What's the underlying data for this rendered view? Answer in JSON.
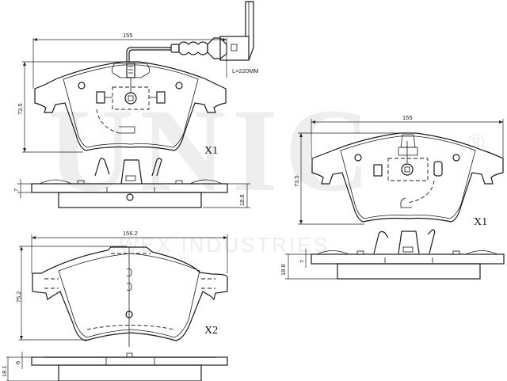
{
  "watermark": {
    "brand": "UNIC",
    "registered_mark": "®",
    "subtitle": "WEX INDUSTRIES",
    "color": "#eeeeee"
  },
  "views": [
    {
      "id": "pad-x1-top-left",
      "label": "X1",
      "width_dim": "155",
      "height_dim": "73.5",
      "has_wear_sensor": true,
      "sensor_length": "L=220MM"
    },
    {
      "id": "pad-x1-side-left",
      "thickness_dim": "18.8",
      "backplate_dim": "7"
    },
    {
      "id": "pad-x1-top-right",
      "label": "X1",
      "width_dim": "155",
      "height_dim": "73.5"
    },
    {
      "id": "pad-x1-side-right",
      "thickness_dim": "18.8",
      "backplate_dim": "7"
    },
    {
      "id": "pad-x2-top",
      "label": "X2",
      "width_dim": "156.2",
      "height_dim": "75.2"
    },
    {
      "id": "pad-x2-side",
      "thickness_dim": "18.1",
      "backplate_dim": "6"
    }
  ]
}
